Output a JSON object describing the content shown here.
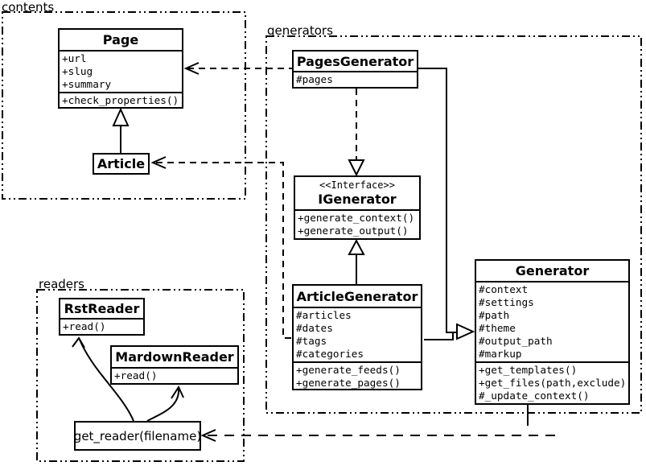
{
  "diagram": {
    "packages": {
      "contents": "contents",
      "generators": "generators",
      "readers": "readers"
    },
    "classes": {
      "page": {
        "title": "Page",
        "attributes": [
          "+url",
          "+slug",
          "+summary"
        ],
        "methods": [
          "+check_properties()"
        ]
      },
      "article": {
        "title": "Article"
      },
      "pages_generator": {
        "title": "PagesGenerator",
        "attributes": [
          "#pages"
        ]
      },
      "igenerator": {
        "stereotype": "<<Interface>>",
        "title": "IGenerator",
        "methods": [
          "+generate_context()",
          "+generate_output()"
        ]
      },
      "article_generator": {
        "title": "ArticleGenerator",
        "attributes": [
          "#articles",
          "#dates",
          "#tags",
          "#categories"
        ],
        "methods": [
          "+generate_feeds()",
          "+generate_pages()"
        ]
      },
      "generator": {
        "title": "Generator",
        "attributes": [
          "#context",
          "#settings",
          "#path",
          "#theme",
          "#output_path",
          "#markup"
        ],
        "methods": [
          "+get_templates()",
          "+get_files(path,exclude)",
          "#_update_context()"
        ]
      },
      "rst_reader": {
        "title": "RstReader",
        "methods": [
          "+read()"
        ]
      },
      "mardown_reader": {
        "title": "MardownReader",
        "methods": [
          "+read()"
        ]
      },
      "get_reader": {
        "label": "get_reader(filename)"
      }
    },
    "colors": {
      "ink": "#000000",
      "background": "#ffffff"
    }
  }
}
